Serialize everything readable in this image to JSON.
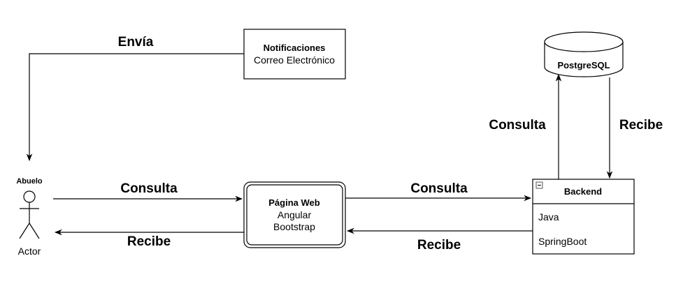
{
  "diagram": {
    "notificaciones": {
      "title": "Notificaciones",
      "subtitle": "Correo Electrónico"
    },
    "pagina_web": {
      "title": "Página Web",
      "line1": "Angular",
      "line2": "Bootstrap"
    },
    "backend": {
      "title": "Backend",
      "items": [
        "Java",
        "SpringBoot"
      ]
    },
    "database": {
      "title": "PostgreSQL"
    },
    "actor": {
      "name": "Abuelo",
      "label": "Actor"
    },
    "edges": {
      "envia": "Envía",
      "actor_to_web": "Consulta",
      "web_to_actor": "Recibe",
      "web_to_backend": "Consulta",
      "backend_to_web": "Recibe",
      "backend_to_db": "Consulta",
      "db_to_backend": "Recibe"
    }
  },
  "colors": {
    "stroke": "#000000",
    "background": "#ffffff",
    "collapse_box": "#c0c0c0"
  }
}
